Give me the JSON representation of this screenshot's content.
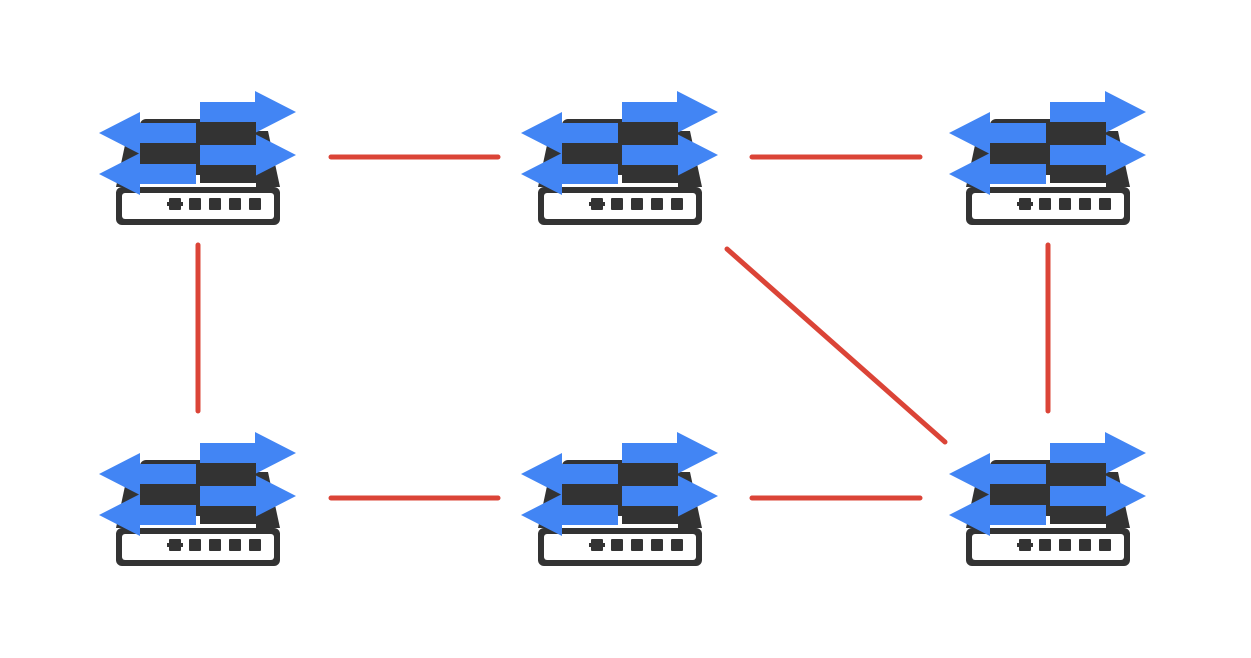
{
  "diagram": {
    "type": "network-topology",
    "node_icon": "network-switch-icon",
    "colors": {
      "switch_body": "#333333",
      "switch_arrows": "#4285F4",
      "link": "#DB4437",
      "background": "#FFFFFF"
    },
    "nodes": [
      {
        "id": "switch-top-left"
      },
      {
        "id": "switch-top-center"
      },
      {
        "id": "switch-top-right"
      },
      {
        "id": "switch-bottom-left"
      },
      {
        "id": "switch-bottom-center"
      },
      {
        "id": "switch-bottom-right"
      }
    ],
    "links": [
      {
        "from": "switch-top-left",
        "to": "switch-top-center"
      },
      {
        "from": "switch-top-center",
        "to": "switch-top-right"
      },
      {
        "from": "switch-top-left",
        "to": "switch-bottom-left"
      },
      {
        "from": "switch-top-right",
        "to": "switch-bottom-right"
      },
      {
        "from": "switch-top-center",
        "to": "switch-bottom-right"
      },
      {
        "from": "switch-bottom-left",
        "to": "switch-bottom-center"
      },
      {
        "from": "switch-bottom-center",
        "to": "switch-bottom-right"
      }
    ]
  }
}
